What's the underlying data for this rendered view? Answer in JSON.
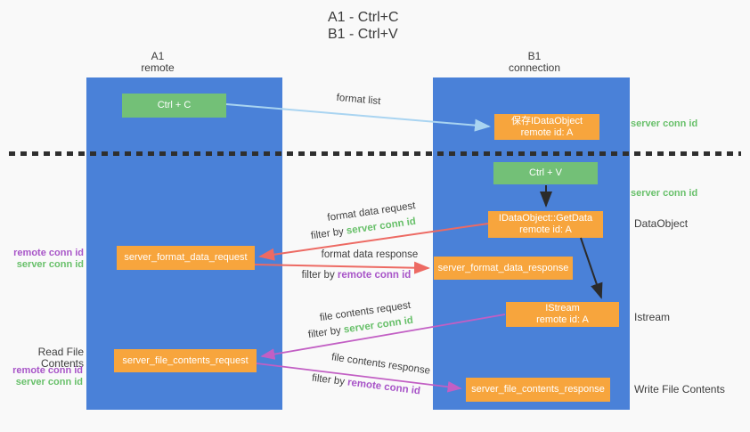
{
  "title": {
    "line1": "A1 - Ctrl+C",
    "line2": "B1 - Ctrl+V"
  },
  "columns": {
    "a1": {
      "name": "A1",
      "subtitle": "remote"
    },
    "b1": {
      "name": "B1",
      "subtitle": "connection"
    }
  },
  "nodes": {
    "ctrl_c": {
      "label": "Ctrl + C"
    },
    "save_idataobject": {
      "line1": "保存IDataObject",
      "line2": "remote id: A"
    },
    "ctrl_v": {
      "label": "Ctrl + V"
    },
    "getdata": {
      "line1": "IDataObject::GetData",
      "line2": "remote id: A"
    },
    "format_request": {
      "label": "server_format_data_request"
    },
    "format_response": {
      "label": "server_format_data_response"
    },
    "istream": {
      "line1": "IStream",
      "line2": "remote id: A"
    },
    "file_request": {
      "label": "server_file_contents_request"
    },
    "file_response": {
      "label": "server_file_contents_response"
    }
  },
  "side_labels": {
    "server_conn_id_1": "server conn id",
    "server_conn_id_2": "server conn id",
    "dataobject": "DataObject",
    "istream": "Istream",
    "write_file_contents": "Write File Contents",
    "read_file_contents": "Read File Contents",
    "left_remote_conn_1": "remote conn id",
    "left_server_conn_1": "server conn id",
    "left_remote_conn_2": "remote conn id",
    "left_server_conn_2": "server conn id"
  },
  "arrow_labels": {
    "format_list": "format list",
    "format_data_request": "format data request",
    "filter_by_1": "filter by ",
    "filter_value_1": "server conn id",
    "format_data_response": "format data response",
    "filter_by_2": "filter by ",
    "filter_value_2": "remote conn id",
    "file_contents_request": "file contents request",
    "filter_by_3": "filter by ",
    "filter_value_3": "server conn id",
    "file_contents_response": "file contents response",
    "filter_by_4": "filter by ",
    "filter_value_4": "remote conn id"
  },
  "colors": {
    "background": "#f9f9f9",
    "lane_blue": "#4a81d8",
    "node_green": "#73c077",
    "node_orange": "#f7a53d",
    "arrow_lightblue": "#a9d4f1",
    "arrow_red": "#ed6a63",
    "arrow_magenta": "#c25fc4",
    "arrow_black": "#2b2b2b",
    "text_green": "#68c06a",
    "text_purple": "#a855c8",
    "text_dark": "#3d3d3d",
    "dotted_line": "#2f2f2f"
  }
}
